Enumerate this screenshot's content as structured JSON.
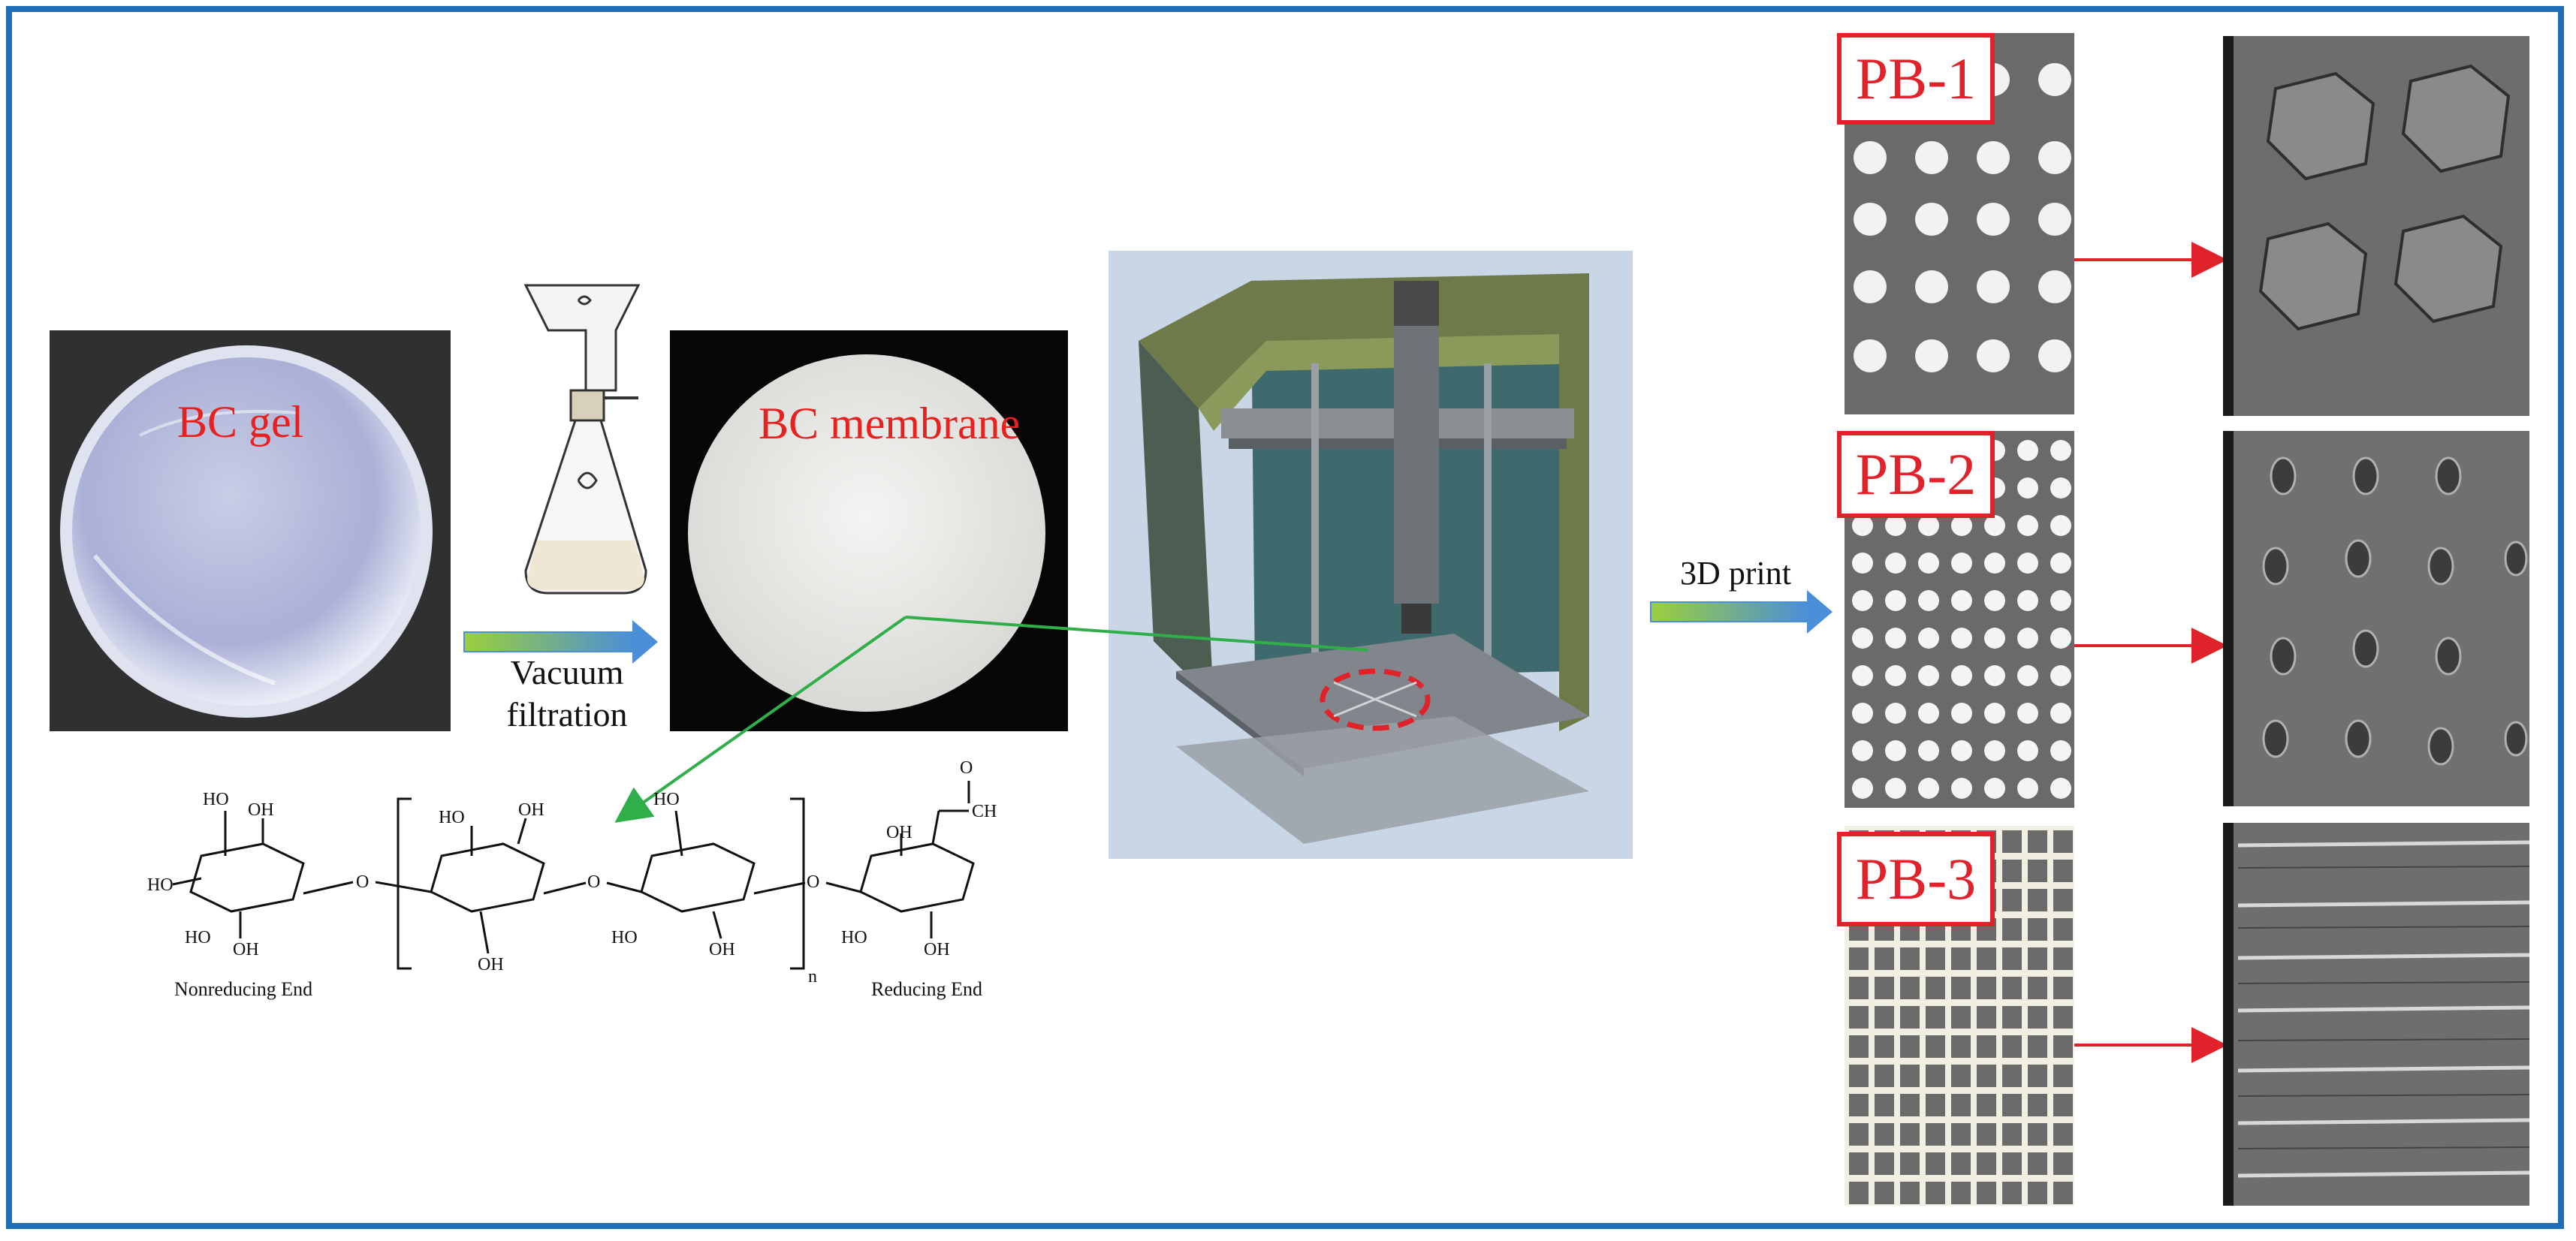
{
  "labels": {
    "bc_gel": "BC gel",
    "vacuum_filtration": "Vacuum\nfiltration",
    "bc_membrane": "BC membrane",
    "print_3d": "3D print",
    "pb1": "PB-1",
    "pb2": "PB-2",
    "pb3": "PB-3"
  },
  "structure": {
    "nonreducing_end": "Nonreducing End",
    "reducing_end": "Reducing End",
    "repeat_subscript": "n",
    "groups": {
      "oh": "OH",
      "ho": "HO",
      "o": "O",
      "carbonyl_o": "O",
      "aldehyde": "CH"
    }
  },
  "colors": {
    "frame": "#1f6fb8",
    "label_red": "#e8201e",
    "pattern_bg": "#6a6a6a",
    "arrow_gradient_start": "#9ccf3c",
    "arrow_gradient_end": "#4a8fd8",
    "leader_line_green": "#2fae4a",
    "marker_red": "#e0232a"
  }
}
